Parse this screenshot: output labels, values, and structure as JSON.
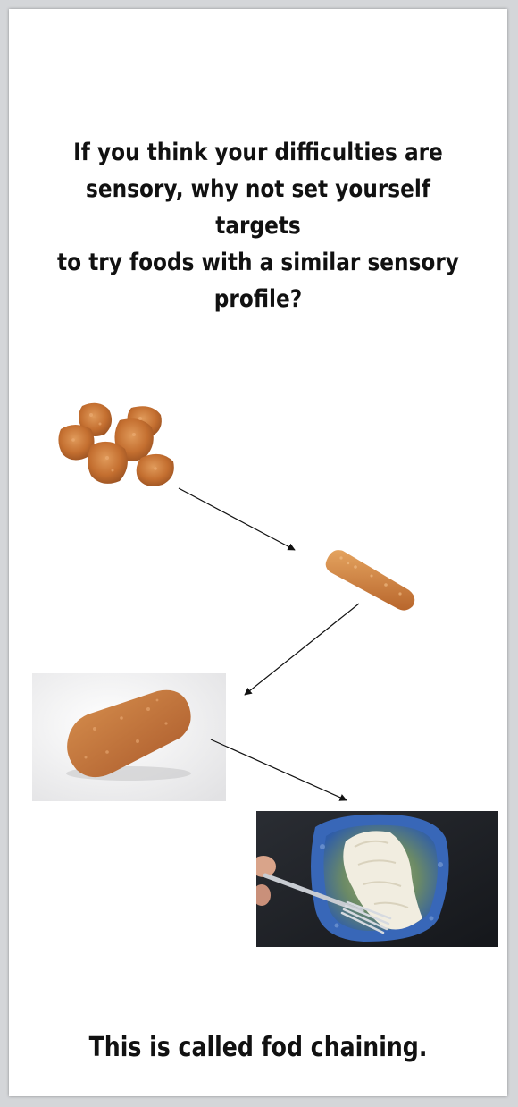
{
  "heading": {
    "line1": "If you think your difficulties are",
    "line2": "sensory, why not set yourself targets",
    "line3": "to try foods with a similar sensory",
    "line4": "profile?"
  },
  "footer": {
    "text": "This is called fod chaining."
  },
  "images": [
    {
      "name": "chicken-nuggets-image"
    },
    {
      "name": "fish-finger-image"
    },
    {
      "name": "breaded-fish-fillet-image"
    },
    {
      "name": "white-fish-plate-image"
    }
  ],
  "colors": {
    "background": "#d4d6d9",
    "page": "#ffffff",
    "text": "#111111",
    "breaded": "#c9773d",
    "plate_blue": "#3d6fb5"
  }
}
